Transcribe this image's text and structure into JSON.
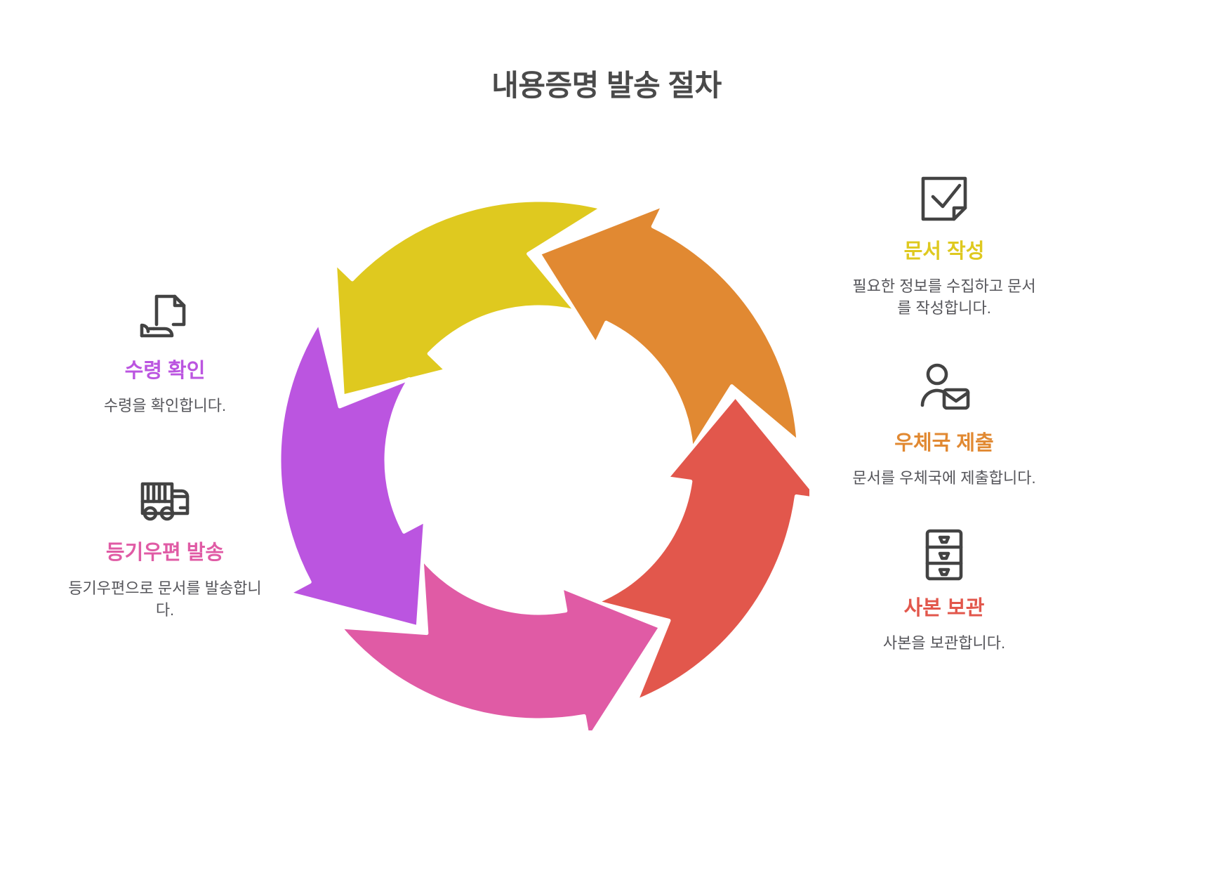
{
  "title": "내용증명 발송 절차",
  "colors": {
    "document": "#dfc91f",
    "postoffice": "#e18932",
    "copy": "#e2574c",
    "registered": "#e05ba5",
    "receipt": "#bb55e0",
    "title_text": "#4a4a4a",
    "body_text": "#55555a",
    "icon_stroke": "#434343",
    "background": "#ffffff"
  },
  "steps": [
    {
      "id": "document",
      "icon": "document-check-icon",
      "title": "문서 작성",
      "desc": "필요한 정보를 수집하고 문서를 작성합니다.",
      "color": "#dfc91f",
      "side": "right"
    },
    {
      "id": "postoffice",
      "icon": "person-envelope-icon",
      "title": "우체국 제출",
      "desc": "문서를 우체국에 제출합니다.",
      "color": "#e18932",
      "side": "right"
    },
    {
      "id": "copy",
      "icon": "file-cabinet-icon",
      "title": "사본 보관",
      "desc": "사본을 보관합니다.",
      "color": "#e2574c",
      "side": "right"
    },
    {
      "id": "registered",
      "icon": "delivery-truck-icon",
      "title": "등기우편 발송",
      "desc": "등기우편으로 문서를 발송합니다.",
      "color": "#e05ba5",
      "side": "left"
    },
    {
      "id": "receipt",
      "icon": "hand-document-icon",
      "title": "수령 확인",
      "desc": "수령을 확인합니다.",
      "color": "#bb55e0",
      "side": "left"
    }
  ],
  "diagram": {
    "name": "circular-process-arrows",
    "segment_count": 5,
    "segments": [
      {
        "id": "document",
        "color": "#dfc91f",
        "start_deg": -72,
        "end_deg": 14
      },
      {
        "id": "postoffice",
        "color": "#e18932",
        "start_deg": 0,
        "end_deg": 86
      },
      {
        "id": "copy",
        "color": "#e2574c",
        "start_deg": 72,
        "end_deg": 158
      },
      {
        "id": "registered",
        "color": "#e05ba5",
        "start_deg": 144,
        "end_deg": 230
      },
      {
        "id": "receipt",
        "color": "#bb55e0",
        "start_deg": 216,
        "end_deg": 302
      }
    ]
  }
}
